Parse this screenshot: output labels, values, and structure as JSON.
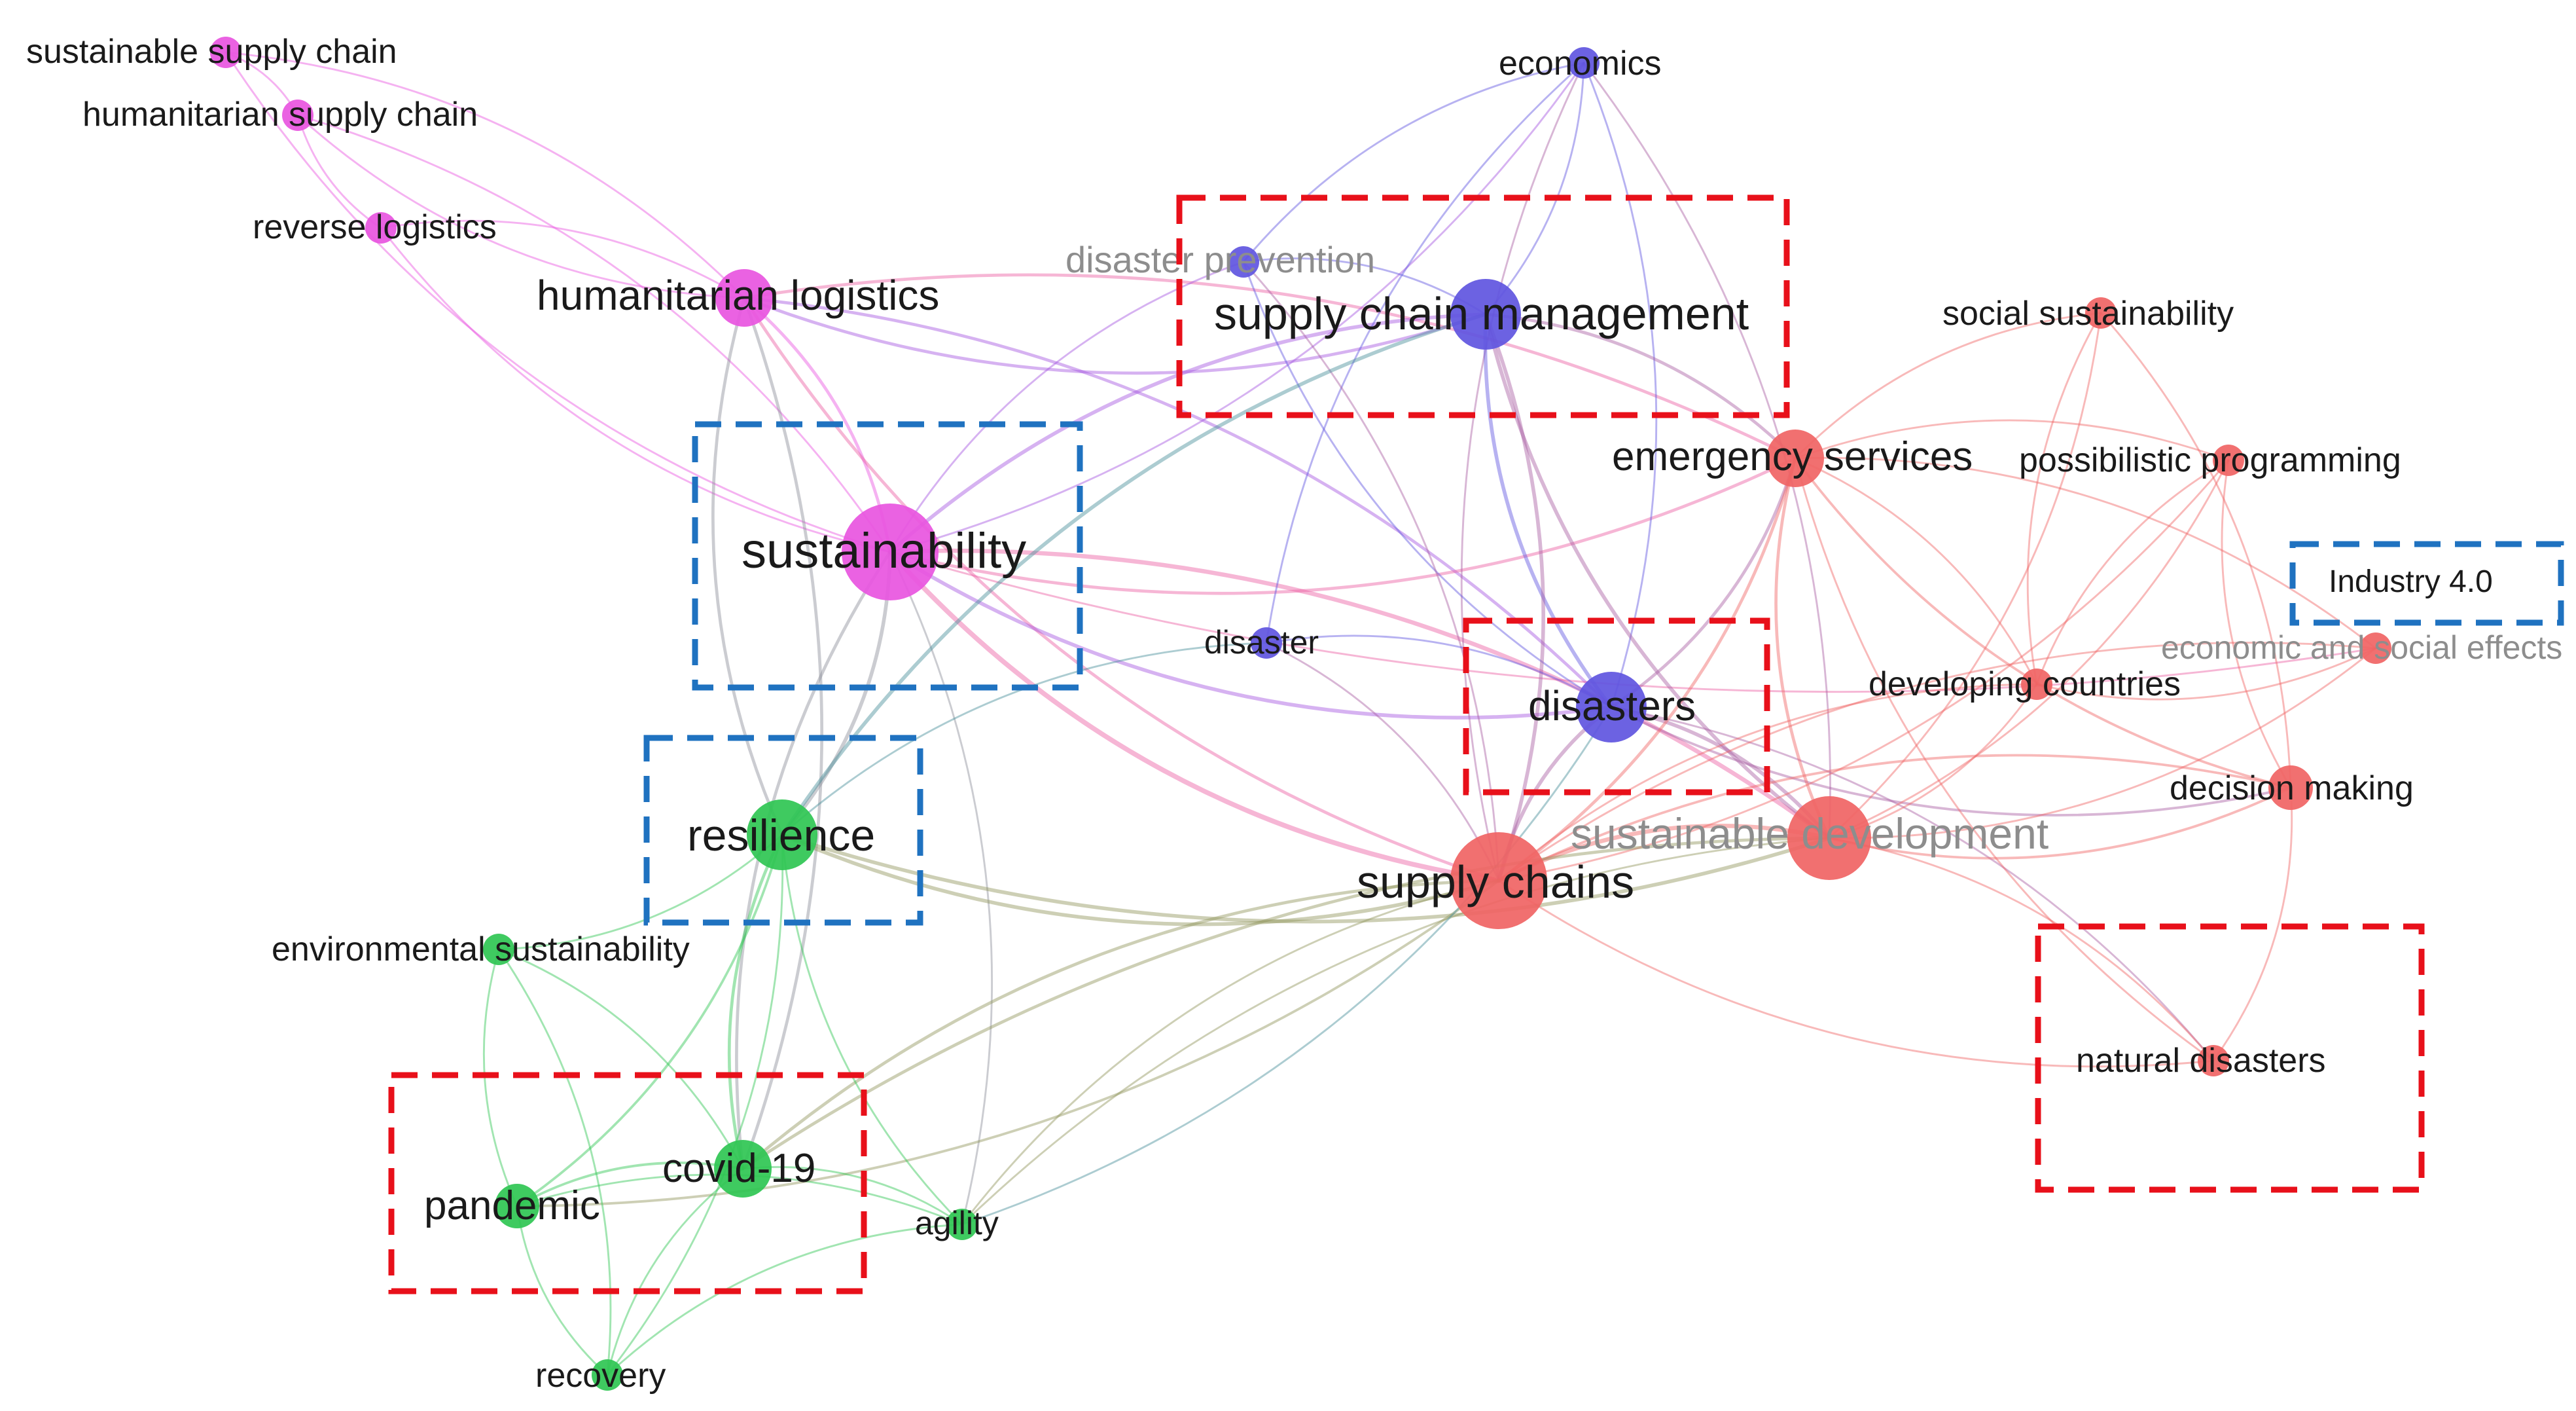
{
  "colors": {
    "magenta": "#e855e0",
    "blue": "#6055e0",
    "red": "#f06464",
    "green": "#2fc653",
    "highlight_red": "#e8101a",
    "highlight_blue": "#1f72c0"
  },
  "nodes": [
    {
      "id": "sustainable_supply_chain",
      "label": "sustainable supply chain",
      "cluster": "magenta",
      "weight": 1
    },
    {
      "id": "humanitarian_supply_chain",
      "label": "humanitarian supply chain",
      "cluster": "magenta",
      "weight": 1
    },
    {
      "id": "reverse_logistics",
      "label": "reverse logistics",
      "cluster": "magenta",
      "weight": 1
    },
    {
      "id": "humanitarian_logistics",
      "label": "humanitarian logistics",
      "cluster": "magenta",
      "weight": 3
    },
    {
      "id": "sustainability",
      "label": "sustainability",
      "cluster": "magenta",
      "weight": 6
    },
    {
      "id": "economics",
      "label": "economics",
      "cluster": "blue",
      "weight": 1
    },
    {
      "id": "disaster_prevention",
      "label": "disaster prevention",
      "cluster": "blue",
      "weight": 1,
      "faded": true
    },
    {
      "id": "supply_chain_management",
      "label": "supply chain management",
      "cluster": "blue",
      "weight": 4
    },
    {
      "id": "disaster",
      "label": "disaster",
      "cluster": "blue",
      "weight": 1
    },
    {
      "id": "disasters",
      "label": "disasters",
      "cluster": "blue",
      "weight": 4
    },
    {
      "id": "social_sustainability",
      "label": "social sustainability",
      "cluster": "red",
      "weight": 1
    },
    {
      "id": "emergency_services",
      "label": "emergency services",
      "cluster": "red",
      "weight": 3
    },
    {
      "id": "possibilistic_programming",
      "label": "possibilistic programming",
      "cluster": "red",
      "weight": 1
    },
    {
      "id": "economic_and_social_effects",
      "label": "economic and social effects",
      "cluster": "red",
      "weight": 1,
      "faded": true
    },
    {
      "id": "developing_countries",
      "label": "developing countries",
      "cluster": "red",
      "weight": 1
    },
    {
      "id": "decision_making",
      "label": "decision making",
      "cluster": "red",
      "weight": 2
    },
    {
      "id": "sustainable_development",
      "label": "sustainable development",
      "cluster": "red",
      "weight": 5,
      "faded": true
    },
    {
      "id": "supply_chains",
      "label": "supply chains",
      "cluster": "red",
      "weight": 6
    },
    {
      "id": "natural_disasters",
      "label": "natural disasters",
      "cluster": "red",
      "weight": 1
    },
    {
      "id": "resilience",
      "label": "resilience",
      "cluster": "green",
      "weight": 4
    },
    {
      "id": "environmental_sustainability",
      "label": "environmental sustainability",
      "cluster": "green",
      "weight": 1
    },
    {
      "id": "covid19",
      "label": "covid-19",
      "cluster": "green",
      "weight": 3
    },
    {
      "id": "pandemic",
      "label": "pandemic",
      "cluster": "green",
      "weight": 2
    },
    {
      "id": "agility",
      "label": "agility",
      "cluster": "green",
      "weight": 1
    },
    {
      "id": "recovery",
      "label": "recovery",
      "cluster": "green",
      "weight": 1
    }
  ],
  "edges": [
    [
      "sustainable_supply_chain",
      "humanitarian_logistics"
    ],
    [
      "sustainable_supply_chain",
      "sustainability"
    ],
    [
      "sustainable_supply_chain",
      "humanitarian_supply_chain"
    ],
    [
      "humanitarian_supply_chain",
      "humanitarian_logistics"
    ],
    [
      "humanitarian_supply_chain",
      "sustainability"
    ],
    [
      "humanitarian_supply_chain",
      "reverse_logistics"
    ],
    [
      "reverse_logistics",
      "humanitarian_logistics"
    ],
    [
      "reverse_logistics",
      "sustainability"
    ],
    [
      "humanitarian_logistics",
      "sustainability"
    ],
    [
      "humanitarian_logistics",
      "supply_chains"
    ],
    [
      "humanitarian_logistics",
      "disasters"
    ],
    [
      "humanitarian_logistics",
      "supply_chain_management"
    ],
    [
      "humanitarian_logistics",
      "emergency_services"
    ],
    [
      "humanitarian_logistics",
      "resilience"
    ],
    [
      "humanitarian_logistics",
      "covid19"
    ],
    [
      "sustainability",
      "supply_chains"
    ],
    [
      "sustainability",
      "supply_chain_management"
    ],
    [
      "sustainability",
      "disasters"
    ],
    [
      "sustainability",
      "sustainable_development"
    ],
    [
      "sustainability",
      "emergency_services"
    ],
    [
      "sustainability",
      "resilience"
    ],
    [
      "sustainability",
      "covid19"
    ],
    [
      "sustainability",
      "agility"
    ],
    [
      "sustainability",
      "economics"
    ],
    [
      "sustainability",
      "disaster_prevention"
    ],
    [
      "sustainability",
      "economic_and_social_effects"
    ],
    [
      "economics",
      "supply_chain_management"
    ],
    [
      "economics",
      "disaster_prevention"
    ],
    [
      "economics",
      "disasters"
    ],
    [
      "economics",
      "supply_chains"
    ],
    [
      "economics",
      "sustainable_development"
    ],
    [
      "economics",
      "disaster"
    ],
    [
      "disaster_prevention",
      "supply_chain_management"
    ],
    [
      "disaster_prevention",
      "disasters"
    ],
    [
      "disaster_prevention",
      "supply_chains"
    ],
    [
      "supply_chain_management",
      "disasters"
    ],
    [
      "supply_chain_management",
      "supply_chains"
    ],
    [
      "supply_chain_management",
      "sustainable_development"
    ],
    [
      "supply_chain_management",
      "emergency_services"
    ],
    [
      "supply_chain_management",
      "resilience"
    ],
    [
      "disaster",
      "disasters"
    ],
    [
      "disaster",
      "resilience"
    ],
    [
      "disaster",
      "supply_chains"
    ],
    [
      "disasters",
      "supply_chains"
    ],
    [
      "disasters",
      "sustainable_development"
    ],
    [
      "disasters",
      "emergency_services"
    ],
    [
      "disasters",
      "natural_disasters"
    ],
    [
      "disasters",
      "decision_making"
    ],
    [
      "social_sustainability",
      "sustainable_development"
    ],
    [
      "social_sustainability",
      "emergency_services"
    ],
    [
      "social_sustainability",
      "decision_making"
    ],
    [
      "social_sustainability",
      "developing_countries"
    ],
    [
      "emergency_services",
      "supply_chains"
    ],
    [
      "emergency_services",
      "sustainable_development"
    ],
    [
      "emergency_services",
      "possibilistic_programming"
    ],
    [
      "emergency_services",
      "decision_making"
    ],
    [
      "emergency_services",
      "developing_countries"
    ],
    [
      "emergency_services",
      "natural_disasters"
    ],
    [
      "possibilistic_programming",
      "sustainable_development"
    ],
    [
      "possibilistic_programming",
      "decision_making"
    ],
    [
      "possibilistic_programming",
      "supply_chains"
    ],
    [
      "possibilistic_programming",
      "developing_countries"
    ],
    [
      "economic_and_social_effects",
      "sustainable_development"
    ],
    [
      "economic_and_social_effects",
      "supply_chains"
    ],
    [
      "economic_and_social_effects",
      "developing_countries"
    ],
    [
      "economic_and_social_effects",
      "emergency_services"
    ],
    [
      "developing_countries",
      "sustainable_development"
    ],
    [
      "developing_countries",
      "supply_chains"
    ],
    [
      "decision_making",
      "sustainable_development"
    ],
    [
      "decision_making",
      "supply_chains"
    ],
    [
      "decision_making",
      "natural_disasters"
    ],
    [
      "sustainable_development",
      "supply_chains"
    ],
    [
      "sustainable_development",
      "natural_disasters"
    ],
    [
      "supply_chains",
      "natural_disasters"
    ],
    [
      "supply_chains",
      "resilience"
    ],
    [
      "supply_chains",
      "covid19"
    ],
    [
      "supply_chains",
      "pandemic"
    ],
    [
      "supply_chains",
      "agility"
    ],
    [
      "resilience",
      "environmental_sustainability"
    ],
    [
      "resilience",
      "covid19"
    ],
    [
      "resilience",
      "pandemic"
    ],
    [
      "resilience",
      "agility"
    ],
    [
      "resilience",
      "recovery"
    ],
    [
      "resilience",
      "sustainable_development"
    ],
    [
      "environmental_sustainability",
      "covid19"
    ],
    [
      "environmental_sustainability",
      "pandemic"
    ],
    [
      "environmental_sustainability",
      "recovery"
    ],
    [
      "covid19",
      "pandemic"
    ],
    [
      "covid19",
      "agility"
    ],
    [
      "covid19",
      "recovery"
    ],
    [
      "covid19",
      "sustainable_development"
    ],
    [
      "pandemic",
      "recovery"
    ],
    [
      "pandemic",
      "agility"
    ],
    [
      "agility",
      "recovery"
    ],
    [
      "agility",
      "sustainable_development"
    ],
    [
      "agility",
      "disasters"
    ]
  ],
  "highlight_boxes": [
    {
      "id": "box-supply-chain-management",
      "color": "red",
      "label": "supply chain management"
    },
    {
      "id": "box-disasters",
      "color": "red",
      "label": "disasters"
    },
    {
      "id": "box-natural-disasters",
      "color": "red",
      "label": "natural disasters"
    },
    {
      "id": "box-covid-pandemic",
      "color": "red",
      "label": "covid-19 / pandemic"
    },
    {
      "id": "box-sustainability",
      "color": "blue",
      "label": "sustainability"
    },
    {
      "id": "box-resilience",
      "color": "blue",
      "label": "resilience"
    },
    {
      "id": "box-industry-4",
      "color": "blue",
      "label": "Industry 4.0"
    }
  ],
  "extra_labels": [
    {
      "id": "industry-4-label",
      "text": "Industry 4.0"
    }
  ]
}
